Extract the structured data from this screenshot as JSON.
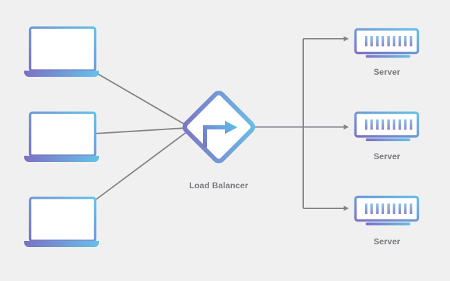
{
  "canvas": {
    "background": "#f0f0f1"
  },
  "palette": {
    "gradient_purple": "#7b72c3",
    "gradient_blue": "#66c1e8",
    "bar_blue_top": "#8cc3e8",
    "bar_purple_bottom": "#8a85cc",
    "connector_gray": "#85868a",
    "label_gray": "#77787c"
  },
  "load_balancer": {
    "label": "Load Balancer",
    "icon": "load-balancer-diamond-icon"
  },
  "clients": [
    {
      "icon": "laptop-icon"
    },
    {
      "icon": "laptop-icon"
    },
    {
      "icon": "laptop-icon"
    }
  ],
  "servers": [
    {
      "label": "Server",
      "icon": "server-icon"
    },
    {
      "label": "Server",
      "icon": "server-icon"
    },
    {
      "label": "Server",
      "icon": "server-icon"
    }
  ]
}
